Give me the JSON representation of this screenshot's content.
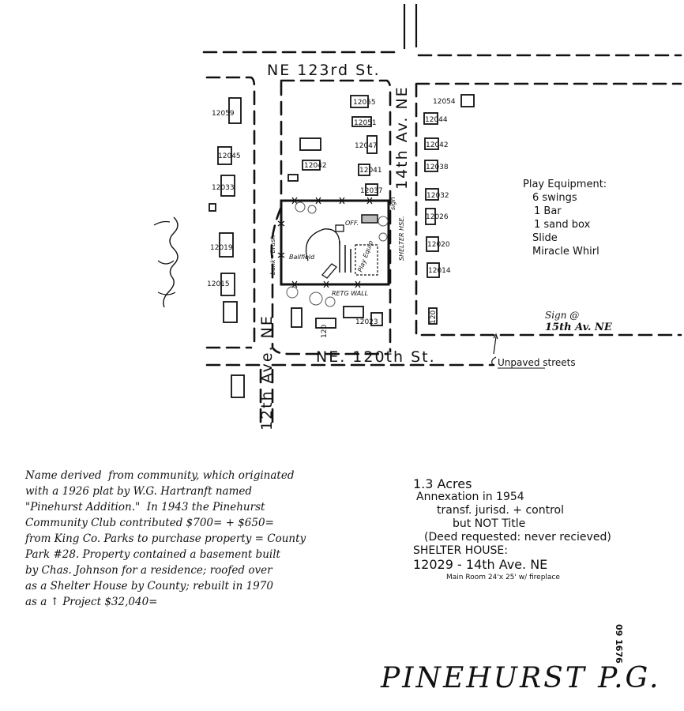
{
  "map": {
    "streets": {
      "north": "NE 123rd St.",
      "south": "NE. 120th St.",
      "east": "14th Av. NE",
      "west": "12th Ave. NE",
      "west_upper": "Ave. NE"
    },
    "houses": {
      "w1": "12059",
      "w2": "12045",
      "w3": "12033",
      "w4": "12019",
      "w5": "12015",
      "c1": "12055",
      "c2": "12051",
      "c3": "12047",
      "c4": "12042",
      "c5": "12041",
      "c6": "12037",
      "e1": "12054",
      "e2": "12044",
      "e3": "12042",
      "e4": "12038",
      "e5": "12032",
      "e6": "12026",
      "e7": "12020",
      "e8": "12014",
      "e9": "120",
      "s1": "120",
      "s2": "12023"
    },
    "park_labels": {
      "bank": "bank - brush",
      "ballfield": "Ballfield",
      "play_equip": "Play Equip",
      "retaining_wall": "RETG WALL",
      "shelter": "SHELTER HSE.",
      "sign": "sign",
      "office": "OFF."
    },
    "annotations": {
      "sign_location_1": "Sign @",
      "sign_location_2": "15th Av. NE",
      "unpaved": "Unpaved streets"
    }
  },
  "play_equipment": {
    "title": "Play Equipment:",
    "items": [
      "6 swings",
      "1 Bar",
      "1 sand box",
      "Slide",
      "Miracle Whirl"
    ]
  },
  "history_note": {
    "lines": [
      "Name derived  from community, which originated",
      "with a 1926 plat by W.G. Hartranft named",
      "\"Pinehurst Addition.\"  In 1943 the Pinehurst",
      "Community Club contributed $700= + $650=",
      "from King Co. Parks to purchase property = County",
      "Park #28. Property contained a basement built",
      "by Chas. Johnson for a residence; roofed over",
      "as a Shelter House by County; rebuilt in 1970",
      "as a ↑ Project $32,040="
    ]
  },
  "facts": {
    "acres": "1.3 Acres",
    "annexation": "Annexation in 1954",
    "transfer": "transf. jurisd. + control",
    "title": "but NOT Title",
    "deed": "(Deed requested: never recieved)",
    "shelter_heading": "SHELTER HOUSE:",
    "shelter_address": "12029 - 14th Ave. NE",
    "main_room": "Main Room 24'x 25' w/ fireplace"
  },
  "catalog_number": "09 1676",
  "title": "PINEHURST P.G."
}
